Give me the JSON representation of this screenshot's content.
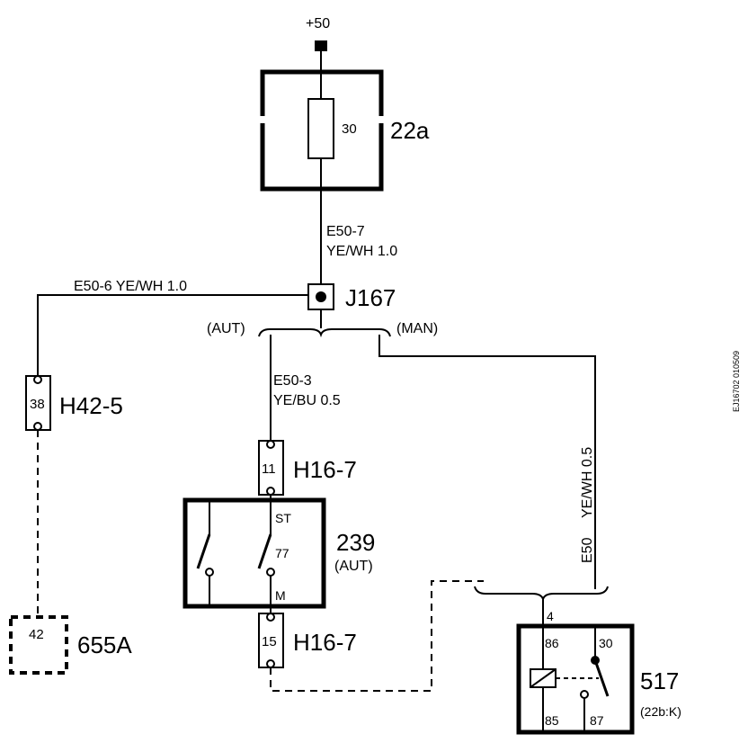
{
  "supply": "+50",
  "fuse": {
    "pin": "30",
    "name": "22a"
  },
  "wire_e50_7": {
    "code": "E50-7",
    "spec": "YE/WH  1.0"
  },
  "junction": {
    "name": "J167",
    "aut": "(AUT)",
    "man": "(MAN)"
  },
  "wire_e50_6": "E50-6  YE/WH  1.0",
  "conn_h42": {
    "pin": "38",
    "name": "H42-5"
  },
  "wire_e50_3": {
    "code": "E50-3",
    "spec": "YE/BU  0.5"
  },
  "conn_h16_top": {
    "pin": "11",
    "name": "H16-7"
  },
  "switch": {
    "name": "239",
    "variant": "(AUT)",
    "st": "ST",
    "pin": "77",
    "m": "M"
  },
  "conn_h16_bottom": {
    "pin": "15",
    "name": "H16-7"
  },
  "conn_655": {
    "pin": "42",
    "name": "655A"
  },
  "wire_e50_vert": {
    "code": "E50",
    "spec": "YE/WH  0.5"
  },
  "relay": {
    "name": "517",
    "ref": "(22b:K)",
    "pin_in": "4",
    "p86": "86",
    "p30": "30",
    "p85": "85",
    "p87": "87"
  },
  "doc_id": "EJ16702  010509"
}
